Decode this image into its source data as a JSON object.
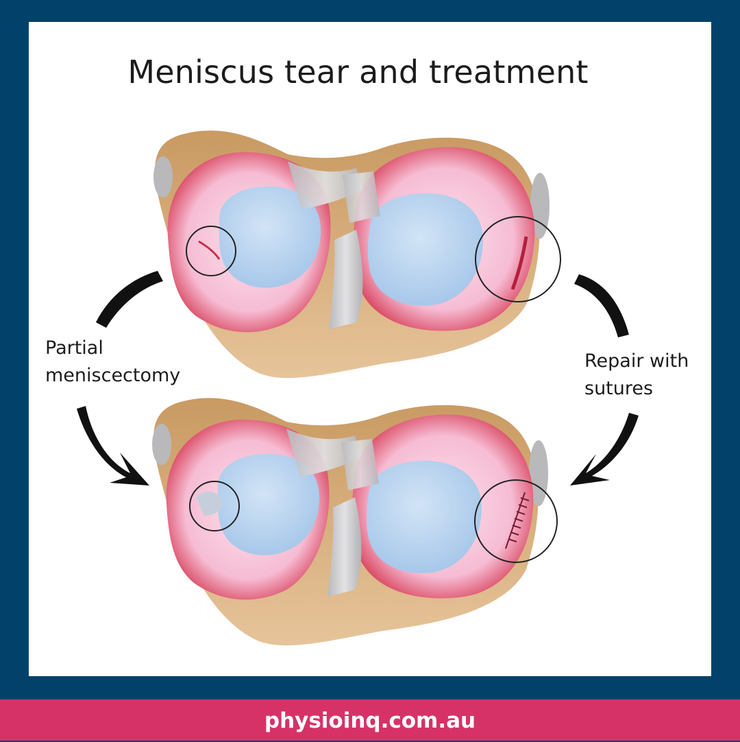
{
  "title": "Meniscus tear and treatment",
  "labels": {
    "left_line1": "Partial",
    "left_line2": "meniscectomy",
    "right_line1": "Repair with",
    "right_line2": "sutures"
  },
  "footer": {
    "website": "physioinq.com.au"
  },
  "colors": {
    "frame": "#02426a",
    "footer": "#d63268",
    "meniscus": "#f4b6cf",
    "cartilage": "#b7d3ee",
    "bone": "#d7aa72",
    "ligament": "#c9c9cb"
  }
}
